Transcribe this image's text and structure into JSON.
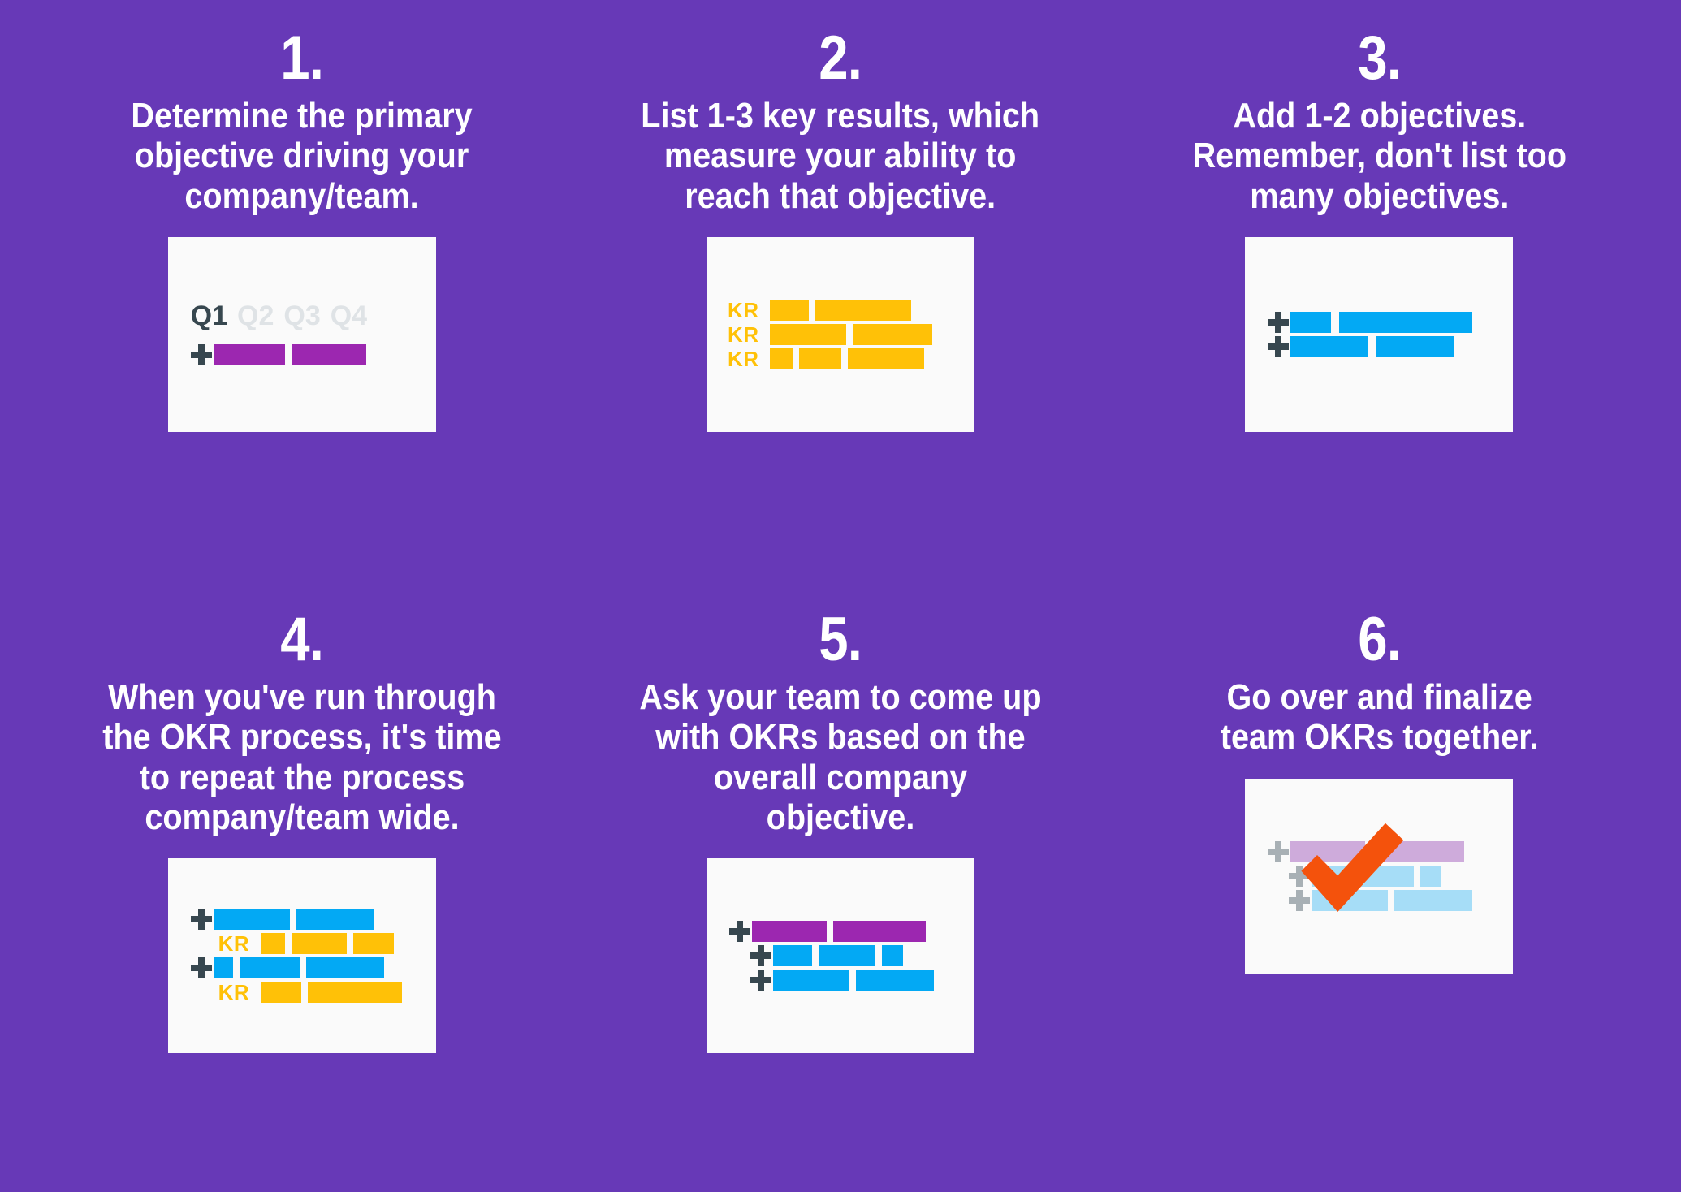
{
  "theme": {
    "background": "#6739b7",
    "card_background": "#fafafa",
    "text": "#ffffff",
    "objective_purple": "#9c27b0",
    "objective_purple_faded": "#ceabdb",
    "key_result_gold": "#ffc107",
    "blue": "#03a9f4",
    "blue_faded": "#a6ddf7",
    "dark_icon": "#37474f",
    "faded_icon": "#a8b0b5",
    "quarter_active": "#37474f",
    "quarter_inactive": "#dfe3e6",
    "check_orange": "#f4520c"
  },
  "steps": [
    {
      "number": "1.",
      "text": "Determine the primary\nobjective driving your\ncompany/team.",
      "card": {
        "type": "quarters",
        "quarters": [
          {
            "label": "Q1",
            "active": true
          },
          {
            "label": "Q2",
            "active": false
          },
          {
            "label": "Q3",
            "active": false
          },
          {
            "label": "Q4",
            "active": false
          }
        ],
        "rows": [
          {
            "lead": "plus",
            "lead_color": "#37474f",
            "indent": 0,
            "bars": [
              {
                "width": 88,
                "gap": 8,
                "color": "#9c27b0"
              },
              {
                "width": 92,
                "gap": 0,
                "color": "#9c27b0"
              }
            ]
          }
        ]
      }
    },
    {
      "number": "2.",
      "text": "List 1-3 key results, which\nmeasure your ability to\nreach that objective.",
      "card": {
        "type": "rows",
        "rows": [
          {
            "lead": "kr",
            "lead_label": "KR",
            "indent": 0,
            "bars": [
              {
                "width": 48,
                "gap": 8,
                "color": "#ffc107"
              },
              {
                "width": 118,
                "gap": 0,
                "color": "#ffc107"
              }
            ]
          },
          {
            "lead": "kr",
            "lead_label": "KR",
            "indent": 0,
            "bars": [
              {
                "width": 94,
                "gap": 8,
                "color": "#ffc107"
              },
              {
                "width": 98,
                "gap": 0,
                "color": "#ffc107"
              }
            ]
          },
          {
            "lead": "kr",
            "lead_label": "KR",
            "indent": 0,
            "bars": [
              {
                "width": 28,
                "gap": 8,
                "color": "#ffc107"
              },
              {
                "width": 52,
                "gap": 8,
                "color": "#ffc107"
              },
              {
                "width": 94,
                "gap": 0,
                "color": "#ffc107"
              }
            ]
          }
        ]
      }
    },
    {
      "number": "3.",
      "text": "Add 1-2 objectives.\nRemember, don't list too\nmany objectives.",
      "card": {
        "type": "rows",
        "rows": [
          {
            "lead": "plus",
            "lead_color": "#37474f",
            "indent": 0,
            "bars": [
              {
                "width": 50,
                "gap": 10,
                "color": "#03a9f4"
              },
              {
                "width": 164,
                "gap": 0,
                "color": "#03a9f4"
              }
            ]
          },
          {
            "lead": "plus",
            "lead_color": "#37474f",
            "indent": 0,
            "bars": [
              {
                "width": 96,
                "gap": 10,
                "color": "#03a9f4"
              },
              {
                "width": 96,
                "gap": 0,
                "color": "#03a9f4"
              }
            ]
          }
        ]
      }
    },
    {
      "number": "4.",
      "text": "When you've run through\nthe OKR process, it's time\nto repeat the process\ncompany/team wide.",
      "card": {
        "type": "rows",
        "rows": [
          {
            "lead": "plus",
            "lead_color": "#37474f",
            "indent": 0,
            "bars": [
              {
                "width": 94,
                "gap": 8,
                "color": "#03a9f4"
              },
              {
                "width": 96,
                "gap": 0,
                "color": "#03a9f4"
              }
            ]
          },
          {
            "lead": "kr",
            "lead_label": "KR",
            "indent": 36,
            "bars": [
              {
                "width": 30,
                "gap": 8,
                "color": "#ffc107"
              },
              {
                "width": 68,
                "gap": 8,
                "color": "#ffc107"
              },
              {
                "width": 50,
                "gap": 0,
                "color": "#ffc107"
              }
            ]
          },
          {
            "lead": "plus",
            "lead_color": "#37474f",
            "indent": 0,
            "bars": [
              {
                "width": 24,
                "gap": 8,
                "color": "#03a9f4"
              },
              {
                "width": 74,
                "gap": 8,
                "color": "#03a9f4"
              },
              {
                "width": 96,
                "gap": 0,
                "color": "#03a9f4"
              }
            ]
          },
          {
            "lead": "kr",
            "lead_label": "KR",
            "indent": 36,
            "bars": [
              {
                "width": 50,
                "gap": 8,
                "color": "#ffc107"
              },
              {
                "width": 116,
                "gap": 0,
                "color": "#ffc107"
              }
            ]
          }
        ]
      }
    },
    {
      "number": "5.",
      "text": "Ask your team to come up\nwith OKRs based on the\noverall company objective.",
      "card": {
        "type": "rows",
        "rows": [
          {
            "lead": "plus",
            "lead_color": "#37474f",
            "indent": 0,
            "bars": [
              {
                "width": 92,
                "gap": 8,
                "color": "#9c27b0"
              },
              {
                "width": 114,
                "gap": 0,
                "color": "#9c27b0"
              }
            ]
          },
          {
            "lead": "plus",
            "lead_color": "#37474f",
            "indent": 26,
            "bars": [
              {
                "width": 48,
                "gap": 8,
                "color": "#03a9f4"
              },
              {
                "width": 70,
                "gap": 8,
                "color": "#03a9f4"
              },
              {
                "width": 26,
                "gap": 0,
                "color": "#03a9f4"
              }
            ]
          },
          {
            "lead": "plus",
            "lead_color": "#37474f",
            "indent": 26,
            "bars": [
              {
                "width": 94,
                "gap": 8,
                "color": "#03a9f4"
              },
              {
                "width": 96,
                "gap": 0,
                "color": "#03a9f4"
              }
            ]
          }
        ]
      }
    },
    {
      "number": "6.",
      "text": "Go over and finalize\nteam OKRs together.",
      "card": {
        "type": "rows",
        "overlay": "check-mark",
        "overlay_color": "#f4520c",
        "rows": [
          {
            "lead": "plus",
            "lead_color": "#a8b0b5",
            "indent": 0,
            "bars": [
              {
                "width": 92,
                "gap": 8,
                "color": "#ceabdb"
              },
              {
                "width": 114,
                "gap": 0,
                "color": "#ceabdb"
              }
            ]
          },
          {
            "lead": "plus",
            "lead_color": "#a8b0b5",
            "indent": 26,
            "bars": [
              {
                "width": 48,
                "gap": 8,
                "color": "#a6ddf7"
              },
              {
                "width": 70,
                "gap": 8,
                "color": "#a6ddf7"
              },
              {
                "width": 26,
                "gap": 0,
                "color": "#a6ddf7"
              }
            ]
          },
          {
            "lead": "plus",
            "lead_color": "#a8b0b5",
            "indent": 26,
            "bars": [
              {
                "width": 94,
                "gap": 8,
                "color": "#a6ddf7"
              },
              {
                "width": 96,
                "gap": 0,
                "color": "#a6ddf7"
              }
            ]
          }
        ]
      }
    }
  ]
}
